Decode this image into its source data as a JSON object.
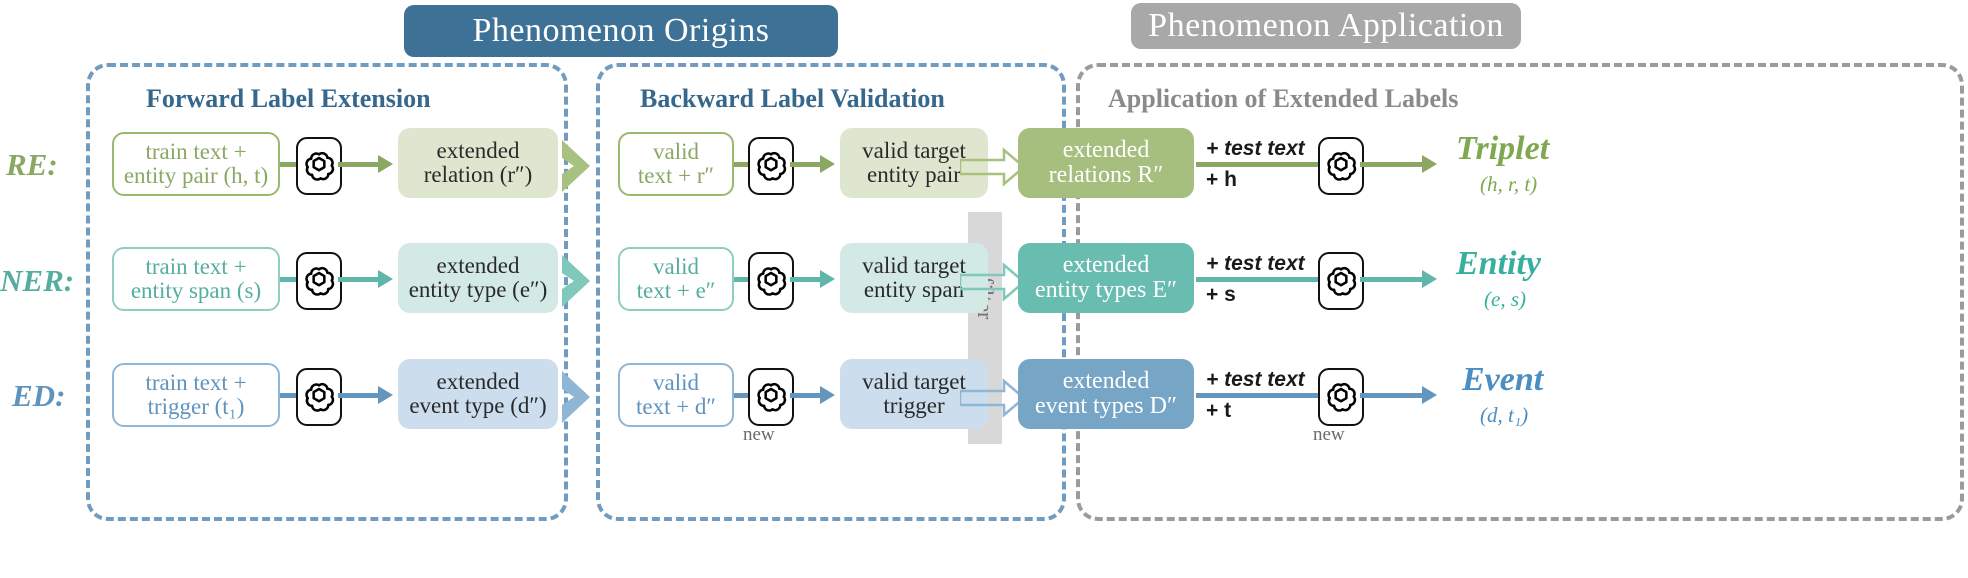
{
  "banners": {
    "origins": "Phenomenon Origins",
    "application": "Phenomenon Application"
  },
  "panels": {
    "forward_title": "Forward Label Extension",
    "backward_title": "Backward Label Validation",
    "application_title": "Application of Extended Labels"
  },
  "filter": {
    "label": "filter"
  },
  "model_note": "new",
  "rows": [
    {
      "task": "RE:",
      "color": "#8aa863",
      "input_line1": "train text +",
      "input_line2": "entity pair (h, t)",
      "forward_out_line1": "extended",
      "forward_out_line2": "relation (r″)",
      "valid_line1": "valid",
      "valid_line2": "text + r″",
      "target_line1": "valid target",
      "target_line2": "entity pair",
      "extended_line1": "extended",
      "extended_line2": "relations R″",
      "test_text": "+ test text",
      "test_var": "+ h",
      "output_name": "Triplet",
      "output_tuple": "(h, r, t)"
    },
    {
      "task": "NER:",
      "color": "#55ad9e",
      "input_line1": "train text +",
      "input_line2": "entity span (s)",
      "forward_out_line1": "extended",
      "forward_out_line2": "entity type (e″)",
      "valid_line1": "valid",
      "valid_line2": "text + e″",
      "target_line1": "valid target",
      "target_line2": "entity span",
      "extended_line1": "extended",
      "extended_line2": "entity types E″",
      "test_text": "+ test text",
      "test_var": "+ s",
      "output_name": "Entity",
      "output_tuple": "(e, s)"
    },
    {
      "task": "ED:",
      "color": "#5f93bd",
      "input_line1": "train text +",
      "input_line2": "trigger  (t₁)",
      "forward_out_line1": "extended",
      "forward_out_line2": "event type (d″)",
      "valid_line1": "valid",
      "valid_line2": "text + d″",
      "target_line1": "valid target",
      "target_line2": "trigger",
      "extended_line1": "extended",
      "extended_line2": "event types D″",
      "test_text": "+ test text",
      "test_var": "+ t",
      "output_name": "Event",
      "output_tuple": "(d, t₁)"
    }
  ]
}
